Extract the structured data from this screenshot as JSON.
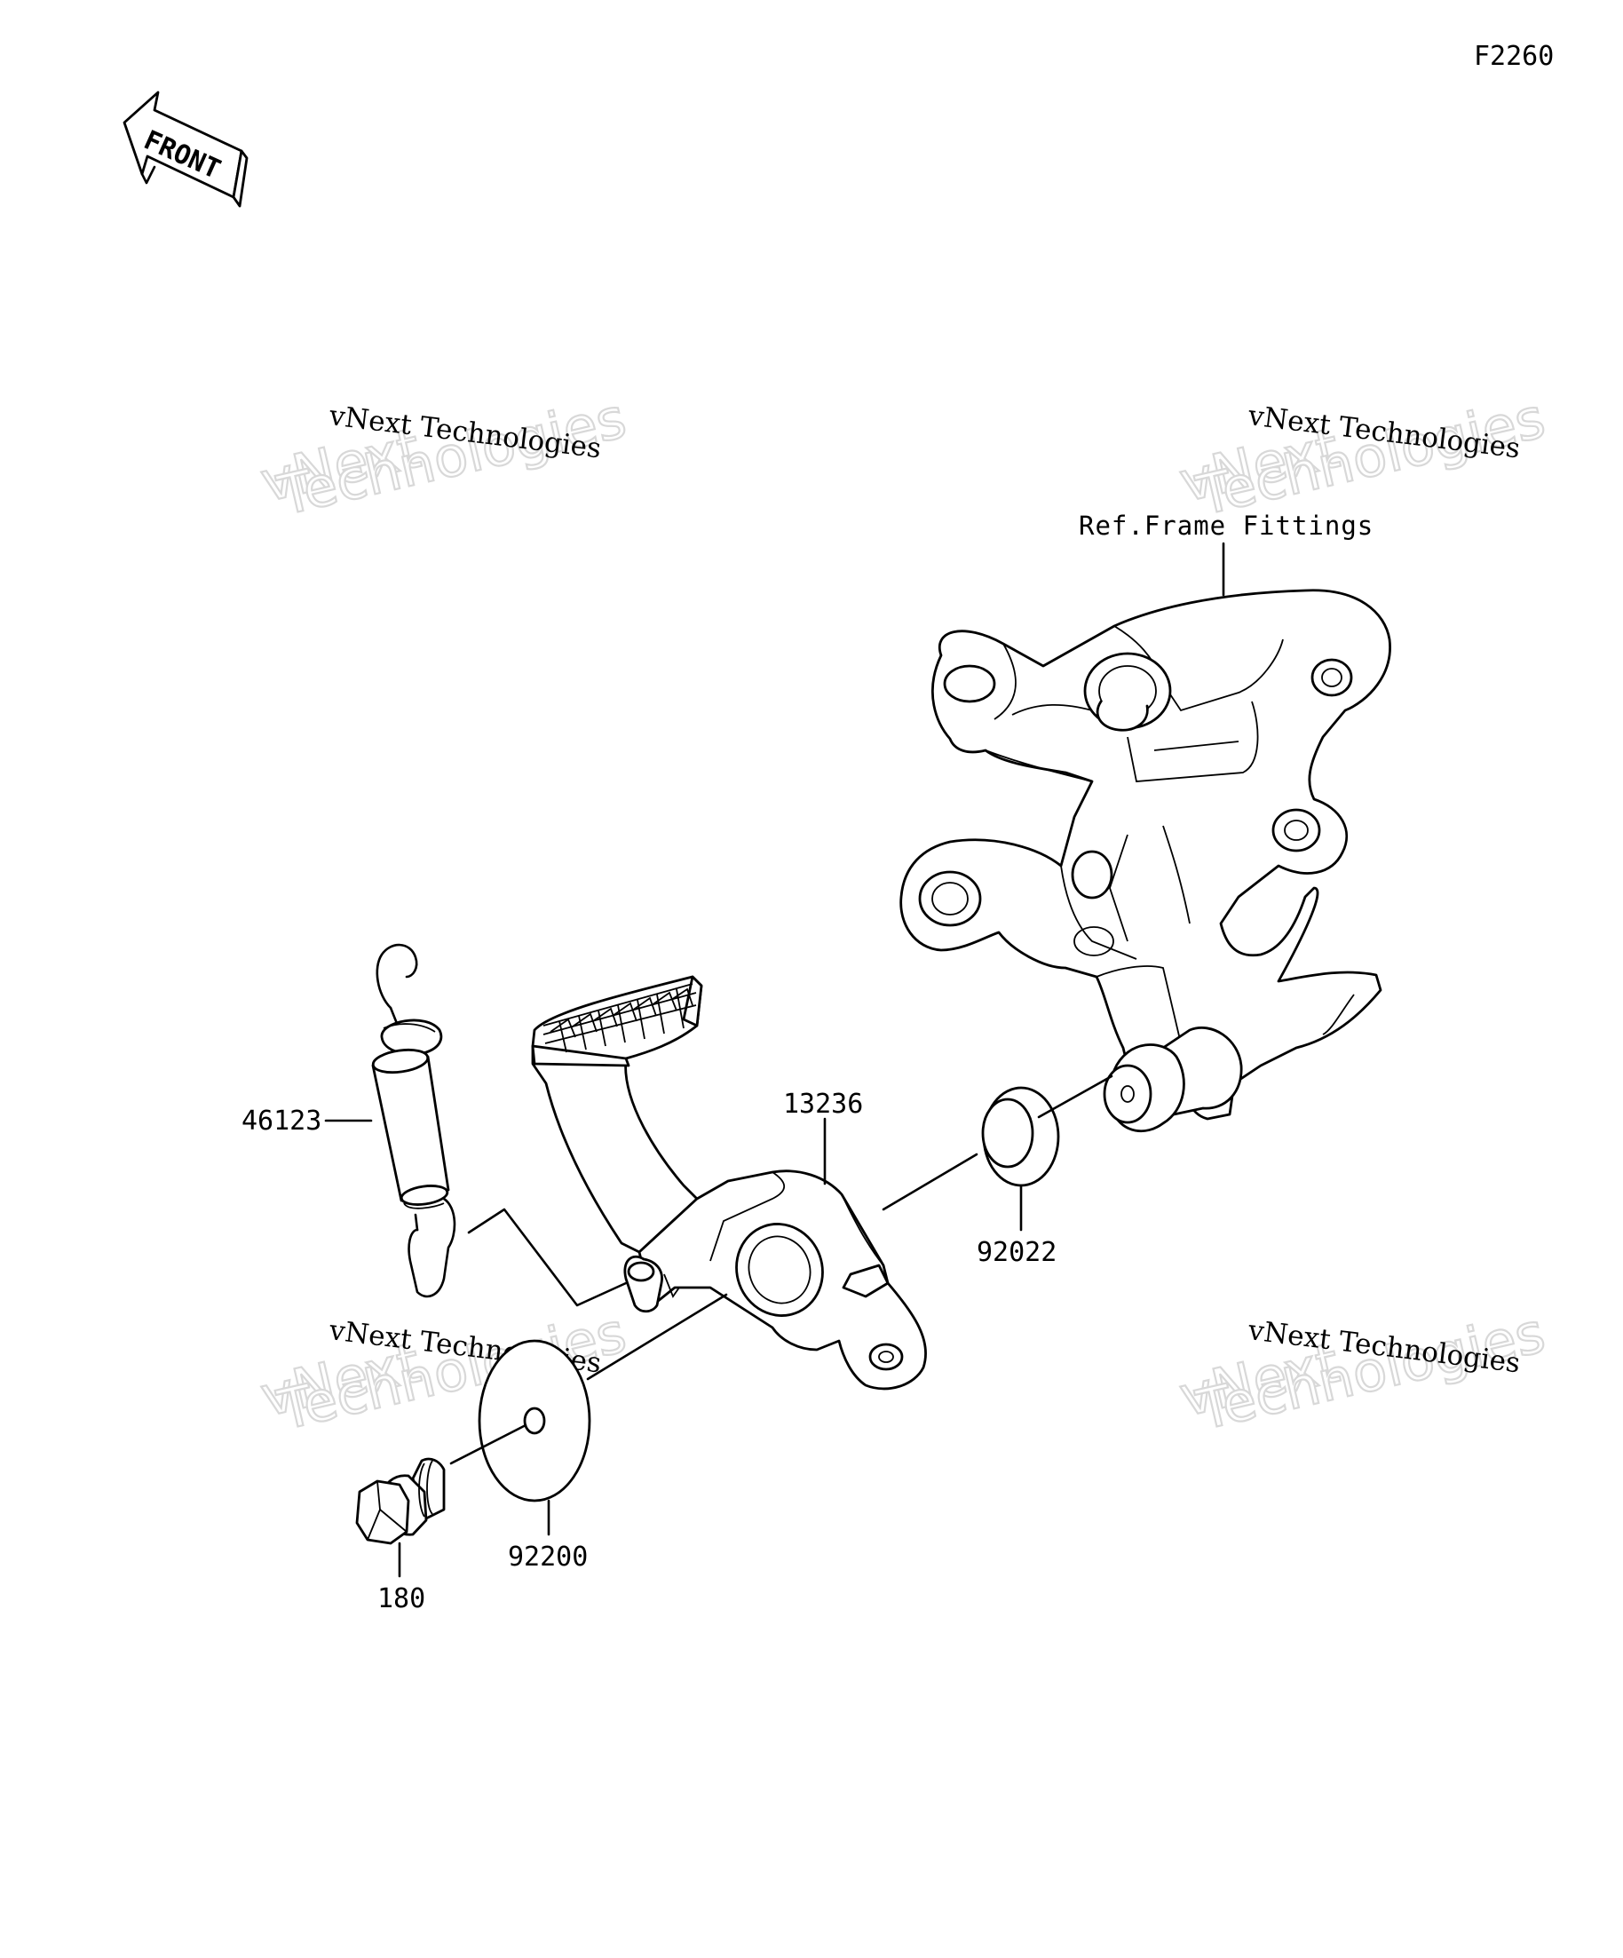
{
  "figure_code": "F2260",
  "front_arrow_label": "FRONT",
  "reference_label": "Ref.Frame Fittings",
  "parts": [
    {
      "id": "spring",
      "number": "46123"
    },
    {
      "id": "brake-pedal",
      "number": "13236"
    },
    {
      "id": "spacer-washer",
      "number": "92022"
    },
    {
      "id": "washer",
      "number": "92200"
    },
    {
      "id": "bolt",
      "number": "180"
    }
  ],
  "watermark": {
    "line_small": "vNext Technologies",
    "line_top": "vNext",
    "line_bottom": "Technologies"
  }
}
